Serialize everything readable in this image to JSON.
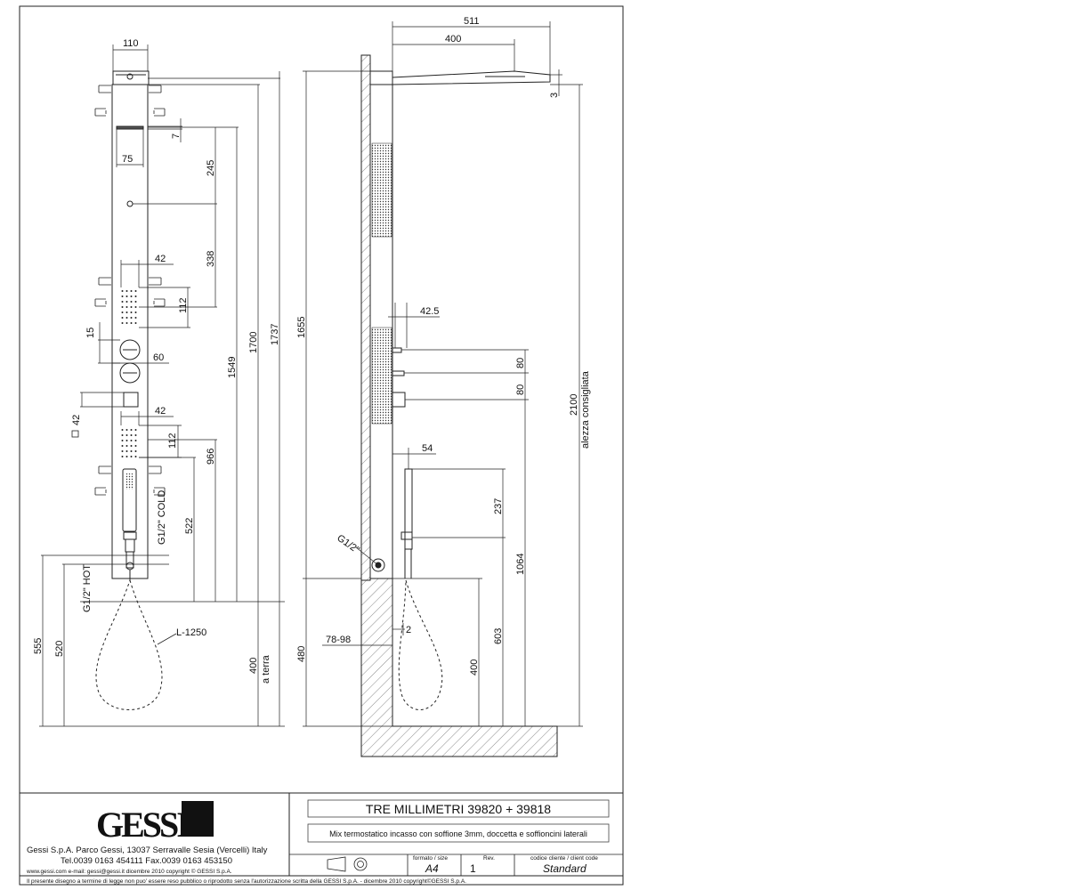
{
  "front_view": {
    "dim_width": "110",
    "dim_gap": "7",
    "dim_slot": "75",
    "dim_245": "245",
    "dim_338": "338",
    "dim_nozzle_w_top": "42",
    "dim_nozzle_h_top": "112",
    "dim_knob_gap": "15",
    "dim_knob_dia": "60",
    "dim_square": "42",
    "dim_nozzle_w_bot": "42",
    "dim_nozzle_h_bot": "112",
    "dim_966": "966",
    "dim_1549": "1549",
    "dim_1700": "1700",
    "dim_1737": "1737",
    "dim_522": "522",
    "cold_label": "G1/2\" COLD",
    "hot_label": "G1/2\" HOT",
    "hose_length": "L-1250",
    "dim_555": "555",
    "dim_520": "520",
    "dim_400": "400",
    "a_terra": "a terra"
  },
  "side_view": {
    "dim_511": "511",
    "dim_400_top": "400",
    "dim_3": "3",
    "dim_1655": "1655",
    "dim_42_5": "42.5",
    "dim_80_a": "80",
    "dim_80_b": "80",
    "dim_54": "54",
    "dim_237": "237",
    "dim_1064": "1064",
    "dim_2100": "2100",
    "altezza_consigliata": "alezza consigliata",
    "g12": "G1/2\"",
    "dim_480": "480",
    "dim_78_98": "78-98",
    "dim_2": "2",
    "dim_603": "603",
    "dim_400_low": "400"
  },
  "title_block": {
    "logo_text": "GESSI",
    "company_line1": "Gessi S.p.A. Parco Gessi, 13037 Serravalle Sesia (Vercelli) Italy",
    "company_line2": "Tel.0039 0163 454111 Fax.0039 0163 453150",
    "company_line3": "www.gessi.com e-mail: gessi@gessi.it dicembre 2010 copyright © GESSI S.p.A.",
    "product_title": "TRE MILLIMETRI  39820 + 39818",
    "product_description": "Mix termostatico incasso con soffione 3mm, doccetta e soffioncini laterali",
    "format_header": "formato / size",
    "format_value": "A4",
    "rev_header": "Rev.",
    "rev_value": "1",
    "client_header": "codice cliente / client code",
    "client_value": "Standard",
    "legal_note": "Il presente disegno a termine di legge non puo' essere reso pubblico o riprodotto senza l'autorizzazione scritta della GESSI S.p.A. - dicembre 2010  copyright©GESSI S.p.A."
  }
}
